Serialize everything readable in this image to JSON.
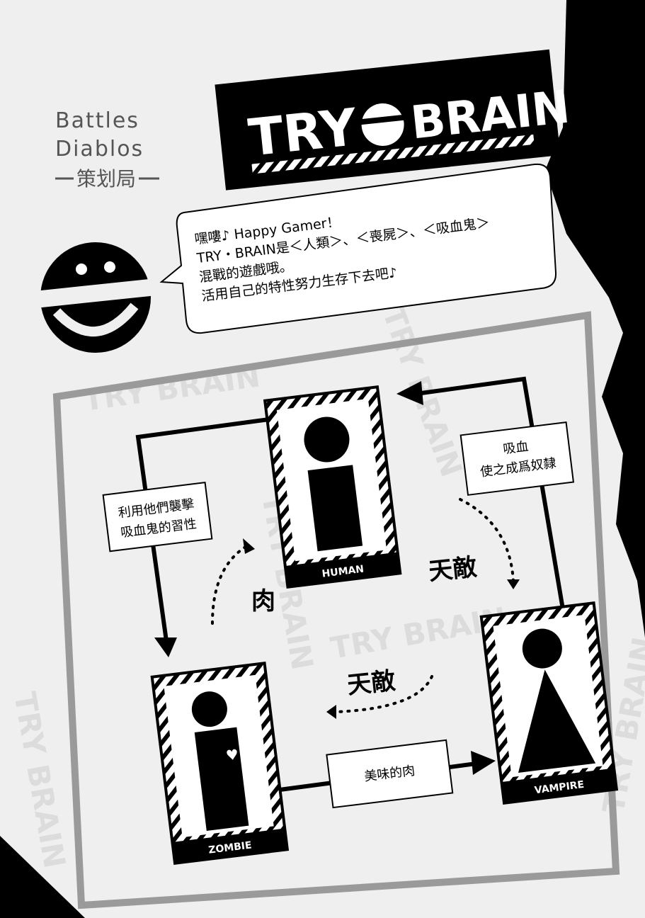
{
  "logo": {
    "line1": "Battles",
    "line2": "Diablos",
    "subtitle": "策划局"
  },
  "banner": {
    "title_left": "TRY",
    "title_right": "BRAIN"
  },
  "speech": {
    "lines": [
      "嘿嘍♪ Happy Gamer！",
      "TRY・BRAIN是＜人類＞、＜喪屍＞、＜吸血鬼＞",
      "混戰的遊戲哦。",
      "活用自己的特性努力生存下去吧♪"
    ]
  },
  "cards": {
    "human": "HUMAN",
    "zombie": "ZOMBIE",
    "vampire": "VAMPIRE"
  },
  "relations": {
    "left_box": [
      "利用他們襲擊",
      "吸血鬼的習性"
    ],
    "right_box": [
      "吸血",
      "使之成爲奴隸"
    ],
    "bottom_box": "美味的肉",
    "meat": "肉",
    "enemy_right": "天敵",
    "enemy_center": "天敵"
  },
  "watermark": "TRY BRAIN",
  "colors": {
    "paper": "#efefef",
    "ink": "#000000",
    "frame": "#9a9a9a",
    "watermark": "#d9d9d9"
  }
}
